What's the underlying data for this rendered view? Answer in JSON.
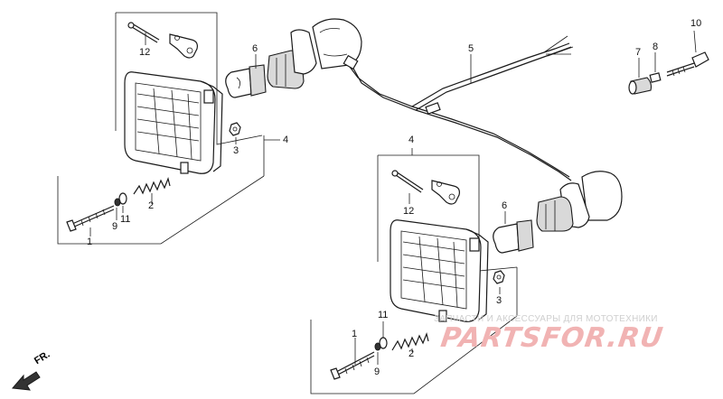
{
  "callouts": {
    "c10": "10",
    "c7": "7",
    "c8": "8",
    "c5": "5",
    "c6a": "6",
    "c6b": "6",
    "c12a": "12",
    "c12b": "12",
    "c4a": "4",
    "c4b": "4",
    "c3a": "3",
    "c3b": "3",
    "c2a": "2",
    "c2b": "2",
    "c11a": "11",
    "c11b": "11",
    "c9a": "9",
    "c9b": "9",
    "c1a": "1",
    "c1b": "1"
  },
  "front_label": "FR.",
  "watermark": {
    "subtitle": "ЗАПЧАСТИ И АКСЕССУАРЫ ДЛЯ МОТОТЕХНИКИ",
    "brand": "PARTSFOR.RU"
  }
}
